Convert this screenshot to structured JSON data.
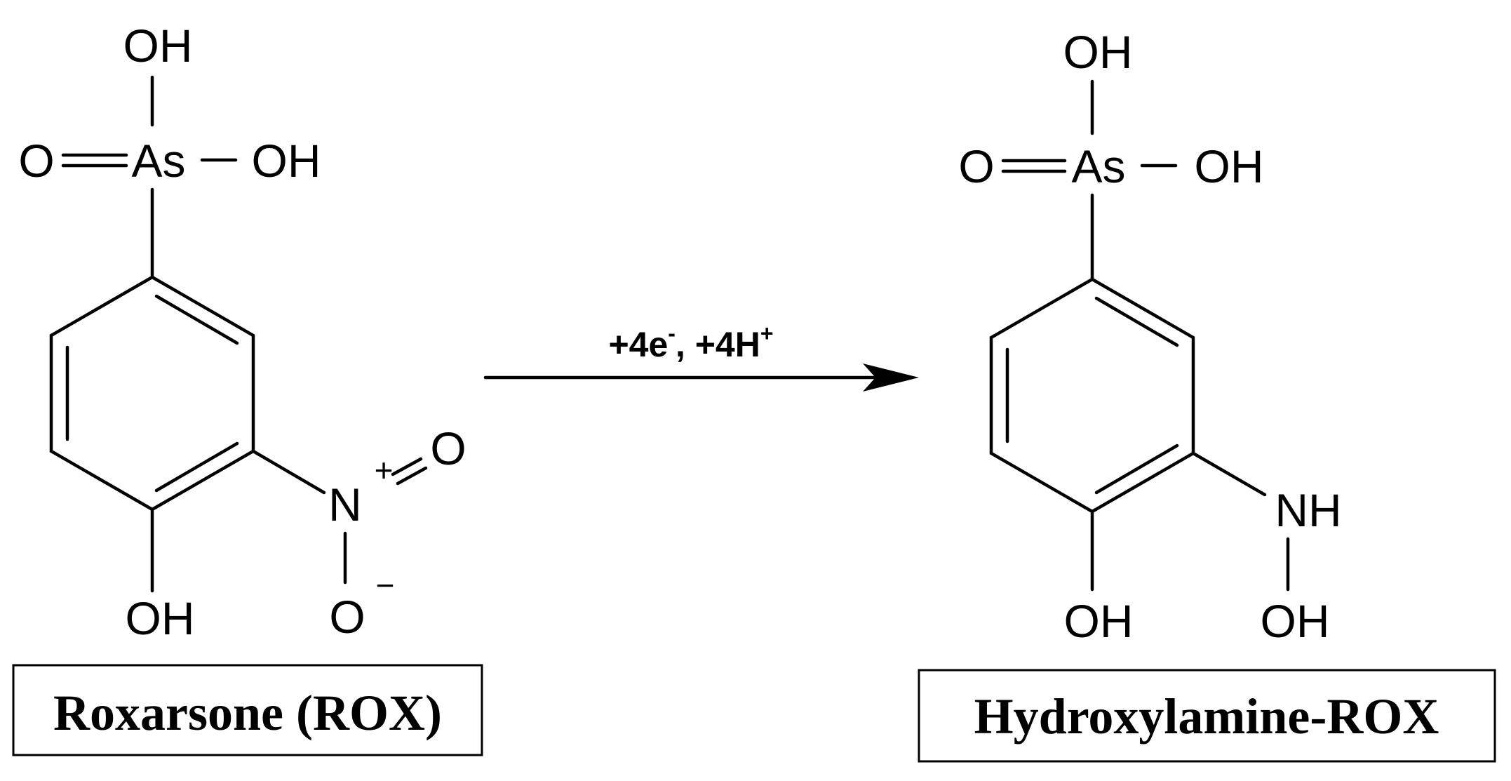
{
  "reactant": {
    "atoms": {
      "oh_top": "OH",
      "oxo": "O",
      "arsenic": "As",
      "oh_right": "OH",
      "oh_ring": "OH",
      "nitro_n": "N",
      "nitro_plus": "+",
      "nitro_o_double": "O",
      "nitro_o_single": "O",
      "nitro_minus": "−"
    },
    "name": "Roxarsone (ROX)"
  },
  "reaction": {
    "e_part": "+4e",
    "e_sup": "-",
    "sep": ", ",
    "h_part": "+4H",
    "h_sup": "+"
  },
  "product": {
    "atoms": {
      "oh_top": "OH",
      "oxo": "O",
      "arsenic": "As",
      "oh_right": "OH",
      "oh_ring": "OH",
      "nh": "NH",
      "n_oh": "OH"
    },
    "name": "Hydroxylamine-ROX"
  }
}
